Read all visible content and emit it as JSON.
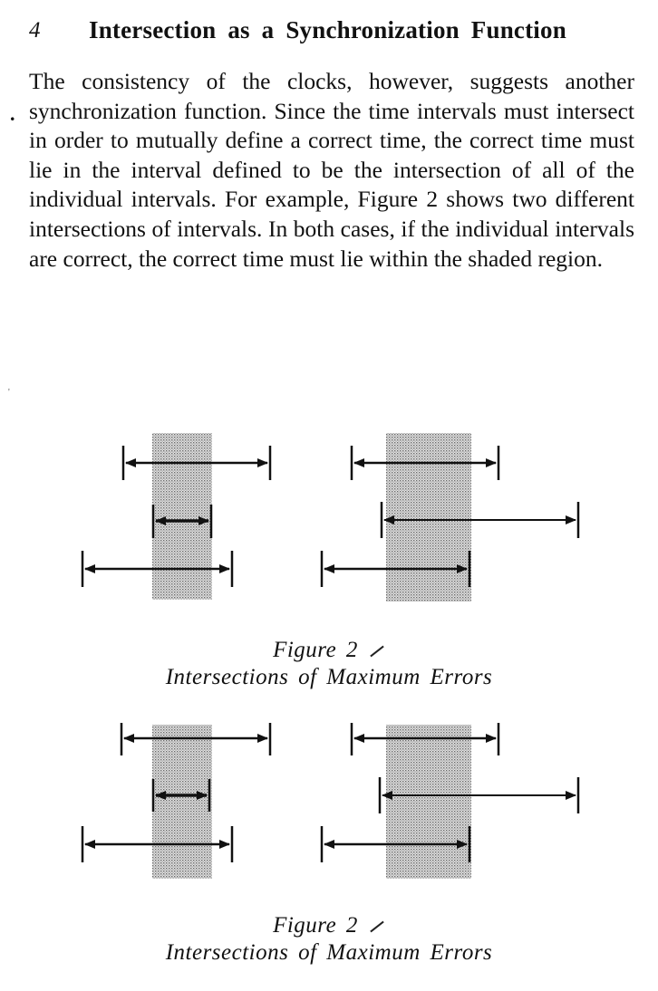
{
  "header": {
    "page_number": "4",
    "title": "Intersection as a Synchronization Function"
  },
  "body": {
    "paragraph": "The consistency of the clocks, however, suggests another synchronization function. Since the time intervals must intersect in order to mutually define a correct time, the correct time must lie in the interval defined to be the intersection of all of the individual intervals. For example, Figure 2 shows two different intersections of intervals. In both cases, if the individual intervals are correct, the correct time must lie within the shaded region.",
    "stray_mark": ".",
    "margin_tick": "'"
  },
  "figures": [
    {
      "caption_line1": "Figure 2",
      "caption_line2": "Intersections of Maximum Errors"
    },
    {
      "caption_line1": "Figure 2",
      "caption_line2": "Intersections of Maximum Errors"
    }
  ],
  "colors": {
    "ink": "#111111",
    "shade": "#c8c8c8"
  }
}
